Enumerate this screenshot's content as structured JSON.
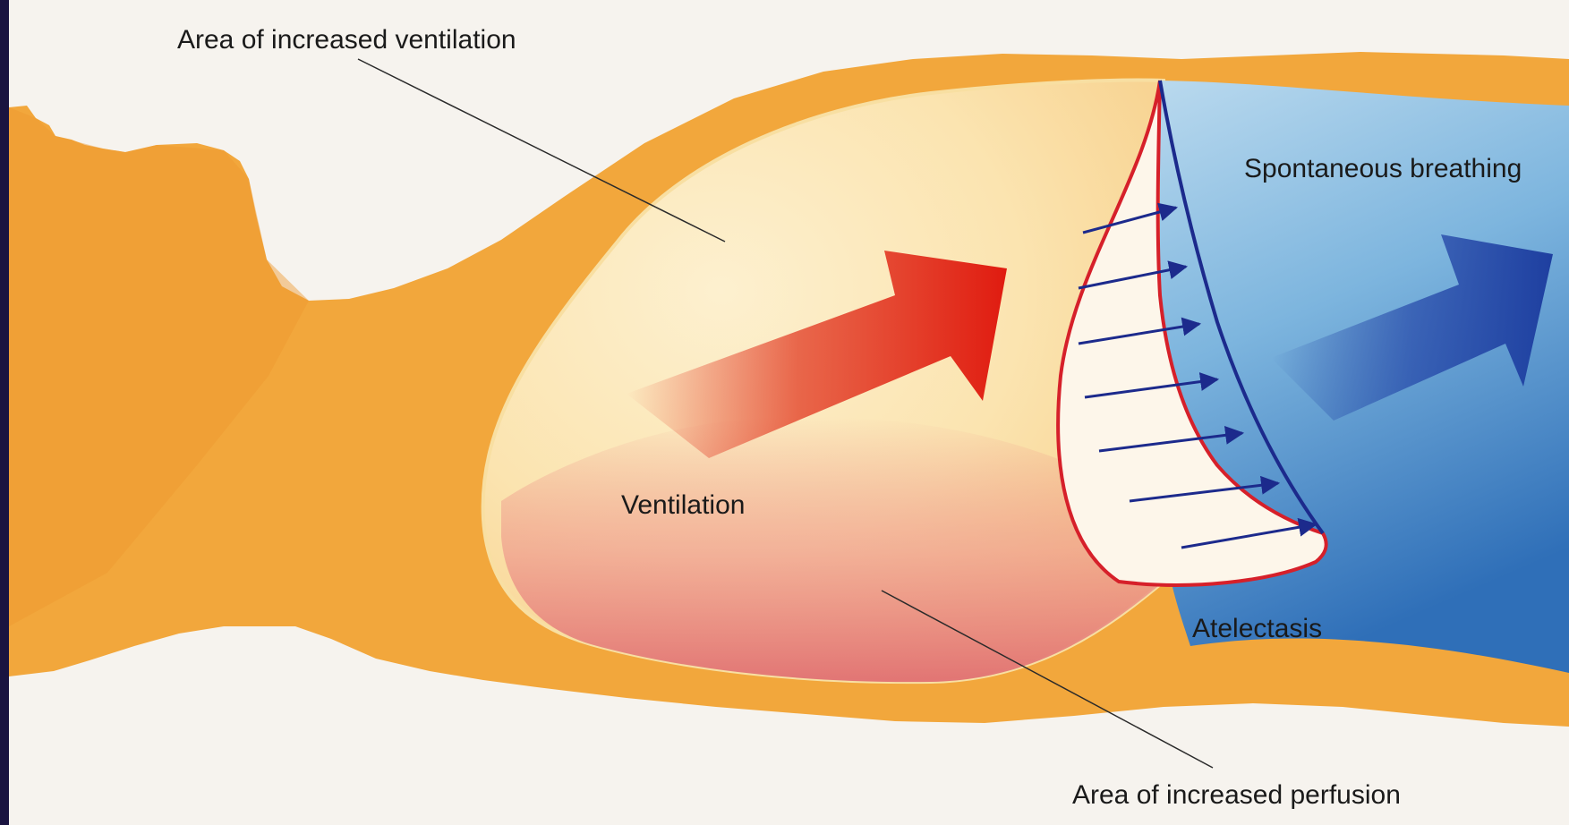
{
  "labels": {
    "increased_ventilation": "Area of increased ventilation",
    "spontaneous_breathing": "Spontaneous breathing",
    "ventilation": "Ventilation",
    "atelectasis": "Atelectasis",
    "increased_perfusion": "Area of increased perfusion"
  },
  "colors": {
    "frame": "#1a1440",
    "background": "#f6f3ee",
    "body": "#f2a73c",
    "lung_light": "#fbe6b4",
    "perfusion": "#e8767a",
    "ventilation_arrow": "#e02a18",
    "breathing_region": "#8ec2e4",
    "breathing_deep": "#2f6fb8",
    "breathing_arrow": "#1e3fa0",
    "atelectasis_border": "#d6202a",
    "diaphragm_line": "#1c2a8c"
  },
  "icons": {
    "ventilation_arrow": "arrow-right",
    "breathing_arrow": "arrow-right",
    "diaphragm_arrows": "arrow-right"
  }
}
